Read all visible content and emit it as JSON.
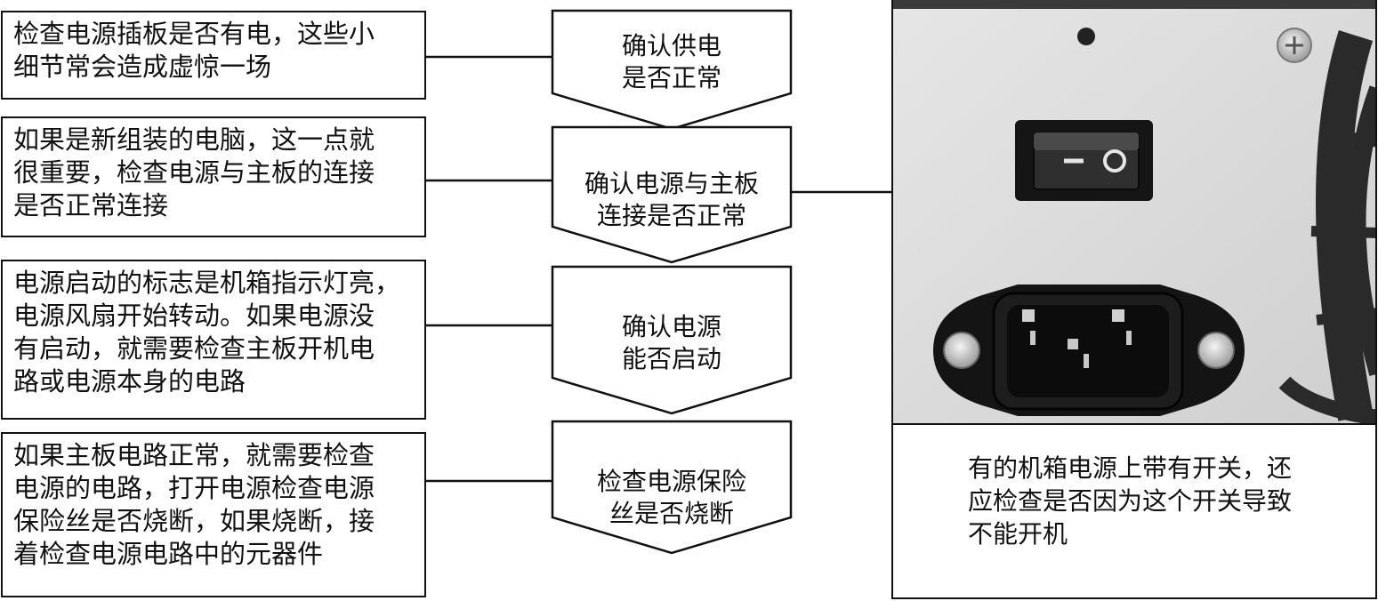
{
  "notes": [
    {
      "lines": [
        "检查电源插板是否有电，这些小",
        "细节常会造成虚惊一场"
      ]
    },
    {
      "lines": [
        "如果是新组装的电脑，这一点就",
        "很重要，检查电源与主板的连接",
        "是否正常连接"
      ]
    },
    {
      "lines": [
        "电源启动的标志是机箱指示灯亮，",
        "电源风扇开始转动。如果电源没",
        "有启动，就需要检查主板开机电",
        "路或电源本身的电路"
      ]
    },
    {
      "lines": [
        "如果主板电路正常，就需要检查",
        "电源的电路，打开电源检查电源",
        "保险丝是否烧断，如果烧断，接",
        "着检查电源电路中的元器件"
      ]
    }
  ],
  "steps": [
    {
      "lines": [
        "确认供电",
        "是否正常"
      ]
    },
    {
      "lines": [
        "确认电源与主板",
        "连接是否正常"
      ]
    },
    {
      "lines": [
        "确认电源",
        "能否启动"
      ]
    },
    {
      "lines": [
        "检查电源保险",
        "丝是否烧断"
      ]
    }
  ],
  "photo": {
    "switch_symbols": [
      "–",
      "O"
    ]
  },
  "caption": {
    "lines": [
      "有的机箱电源上带有开关，还",
      "应检查是否因为这个开关导致",
      "不能开机"
    ]
  }
}
